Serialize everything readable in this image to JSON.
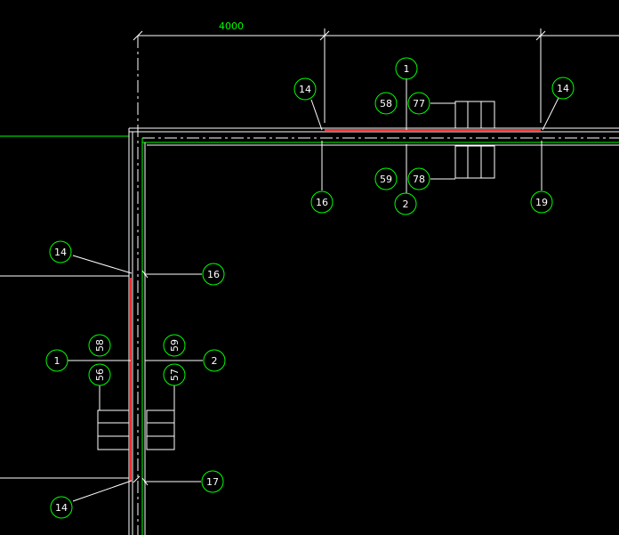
{
  "colors": {
    "background": "#000000",
    "wall": "#ffffff",
    "beam": "#00ff00",
    "accent": "#ff2a2a",
    "bubble": "#00ff00",
    "label": "#ffffff",
    "dimension": "#ffffff",
    "dimension_text": "#00ff00"
  },
  "dimension": {
    "value": "4000"
  },
  "callouts": {
    "top_grid_1": "1",
    "top_grid_2": "2",
    "top_14_left": "14",
    "top_14_right": "14",
    "top_58": "58",
    "top_77": "77",
    "top_59": "59",
    "top_78": "78",
    "top_16": "16",
    "top_19": "19",
    "left_14_upper": "14",
    "left_16": "16",
    "left_1": "1",
    "left_2": "2",
    "left_58": "58",
    "left_59": "59",
    "left_56": "56",
    "left_57": "57",
    "left_14_lower": "14",
    "left_17": "17"
  }
}
